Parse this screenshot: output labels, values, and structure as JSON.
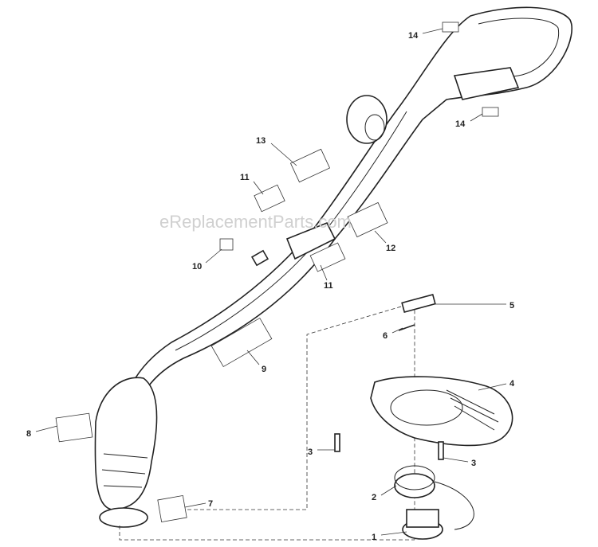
{
  "watermark": "eReplacementParts.com",
  "callouts": [
    {
      "num": "14"
    },
    {
      "num": "14"
    },
    {
      "num": "13"
    },
    {
      "num": "11"
    },
    {
      "num": "12"
    },
    {
      "num": "10"
    },
    {
      "num": "11"
    },
    {
      "num": "9"
    },
    {
      "num": "5"
    },
    {
      "num": "6"
    },
    {
      "num": "4"
    },
    {
      "num": "3"
    },
    {
      "num": "3"
    },
    {
      "num": "8"
    },
    {
      "num": "7"
    },
    {
      "num": "2"
    },
    {
      "num": "1"
    }
  ]
}
